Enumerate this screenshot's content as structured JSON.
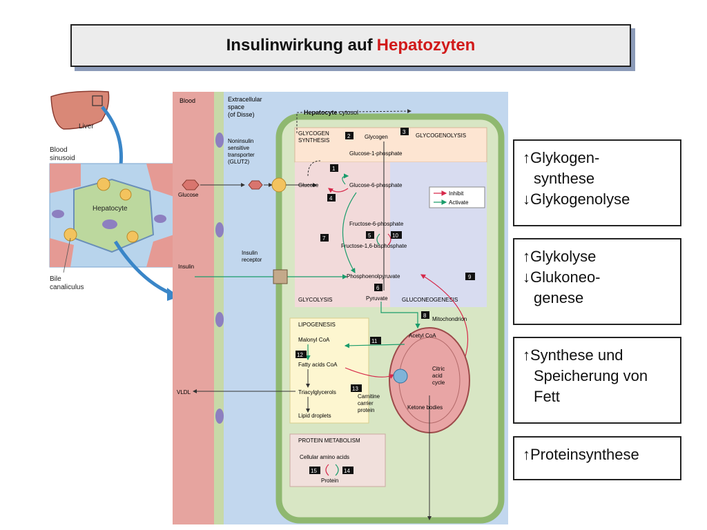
{
  "title": {
    "main": "Insulinwirkung auf",
    "highlight": "Hepatozyten"
  },
  "summary": [
    [
      "↑Glykogen-",
      "synthese",
      "↓Glykogenolyse"
    ],
    [
      "↑Glykolyse",
      "↓Glukoneo-",
      "genese"
    ],
    [
      "↑Synthese und",
      "Speicherung von",
      "Fett"
    ],
    [
      "↑Proteinsynthese"
    ]
  ],
  "overview": {
    "liver": "Liver",
    "sinusoid": [
      "Blood",
      "sinusoid"
    ],
    "hepatocyte": "Hepatocyte",
    "bile": [
      "Bile",
      "canaliculus"
    ]
  },
  "diagram": {
    "blood": "Blood",
    "extracellular": [
      "Extracellular",
      "space",
      "(of Disse)"
    ],
    "cytosol_bold": "Hepatocyte",
    "cytosol_rest": " cytosol",
    "transporter": [
      "Noninsulin",
      "sensitive",
      "transporter",
      "(GLUT2)"
    ],
    "glucose_outside": "Glucose",
    "insulin": "Insulin",
    "insulin_receptor": [
      "Insulin",
      "receptor"
    ],
    "vldl": "VLDL",
    "glycogen_synthesis": [
      "GLYCOGEN",
      "SYNTHESIS"
    ],
    "glycogenolysis": "GLYCOGENOLYSIS",
    "glycolysis": "GLYCOLYSIS",
    "gluconeogenesis": "GLUCONEOGENESIS",
    "lipogenesis": "LIPOGENESIS",
    "protein_metabolism": "PROTEIN METABOLISM",
    "mitochondrion": "Mitochondrion",
    "legend_inhibit": "Inhibit",
    "legend_activate": "Activate",
    "m_glycogen": "Glycogen",
    "m_g1p": "Glucose-1-phosphate",
    "m_glucose": "Glucose",
    "m_g6p": "Glucose-6-phosphate",
    "m_f6p": "Fructose-6-phosphate",
    "m_f16bp": "Fructose-1,6-bisphosphate",
    "m_pep": "Phosphoenolpyruvate",
    "m_pyruvate": "Pyruvate",
    "m_acetylcoa": "Acetyl CoA",
    "m_malonyl": "Malonyl CoA",
    "m_fatty": "Fatty acids CoA",
    "m_tag": "Triacylglycerols",
    "m_lipid": "Lipid droplets",
    "m_carnitine": [
      "Carnitine",
      "carrier",
      "protein"
    ],
    "m_citric": [
      "Citric",
      "acid",
      "cycle"
    ],
    "m_ketone": "Ketone bodies",
    "m_amino": "Cellular amino acids",
    "m_protein": "Protein",
    "steps": [
      "1",
      "2",
      "3",
      "4",
      "5",
      "6",
      "7",
      "8",
      "9",
      "10",
      "11",
      "12",
      "13",
      "14",
      "15"
    ]
  },
  "colors": {
    "inhibit": "#d6294a",
    "activate": "#1a9c6b",
    "title_highlight": "#d11a1a"
  }
}
